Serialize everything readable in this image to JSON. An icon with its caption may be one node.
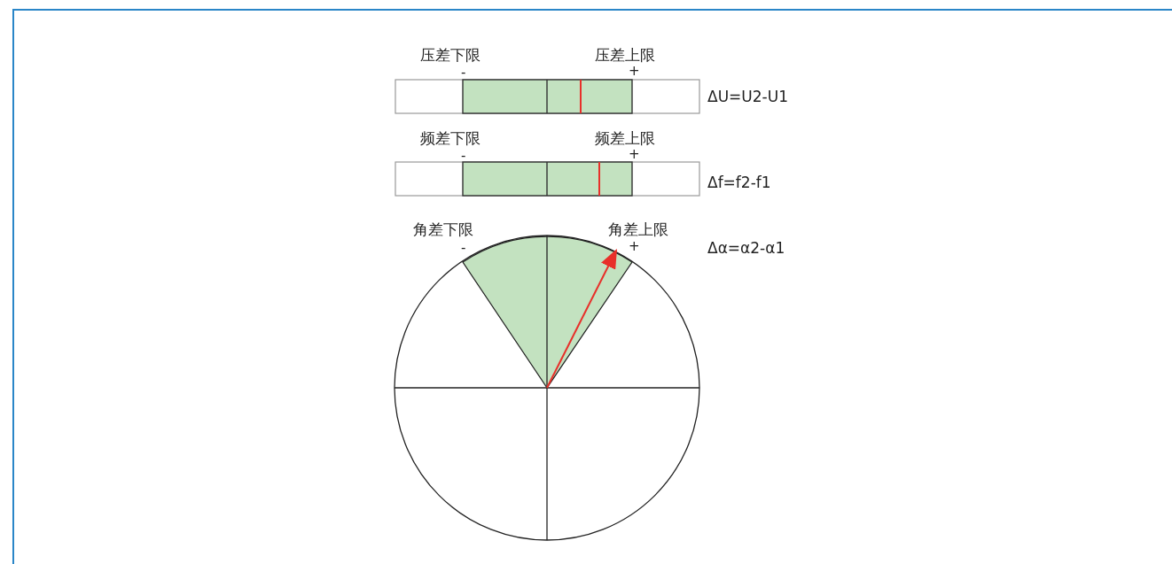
{
  "diagram": {
    "labels": [
      "压差下限",
      "压差上限",
      "-",
      "+",
      "ΔU=U2-U1",
      "频差下限",
      "频差上限",
      "-",
      "+",
      "Δf=f2-f1",
      "角差下限",
      "角差上限",
      "-",
      "+",
      "Δα=α2-α1"
    ]
  }
}
